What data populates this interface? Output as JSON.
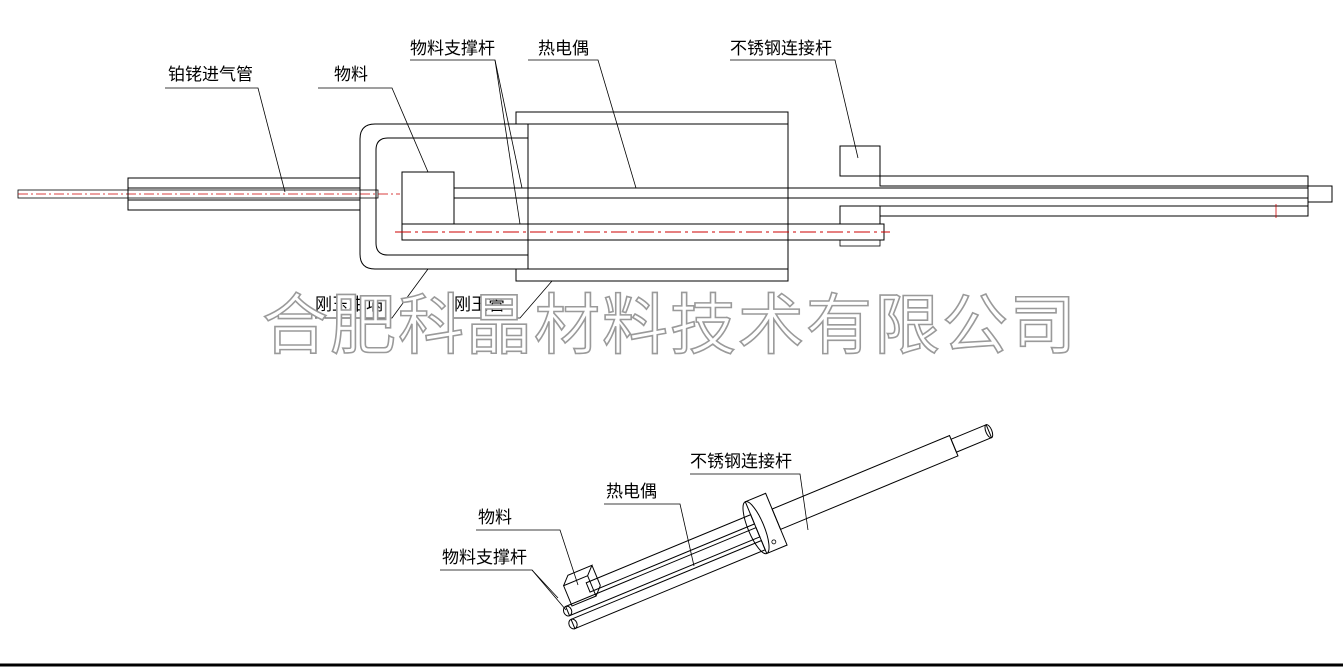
{
  "labels": {
    "gas_inlet": "铂铑进气管",
    "material_top": "物料",
    "support_rod_top": "物料支撑杆",
    "thermocouple_top": "热电偶",
    "connector_rod_top": "不锈钢连接杆",
    "crucible": "刚玉坩埚",
    "corundum_tube": "刚玉管",
    "connector_rod_bottom": "不锈钢连接杆",
    "thermocouple_bottom": "热电偶",
    "material_bottom": "物料",
    "support_rod_bottom": "物料支撑杆"
  },
  "watermark": "合肥科晶材料技术有限公司",
  "colors": {
    "line": "#000000",
    "centerline": "#cc0000",
    "watermark_stroke": "#9a9a9a"
  }
}
